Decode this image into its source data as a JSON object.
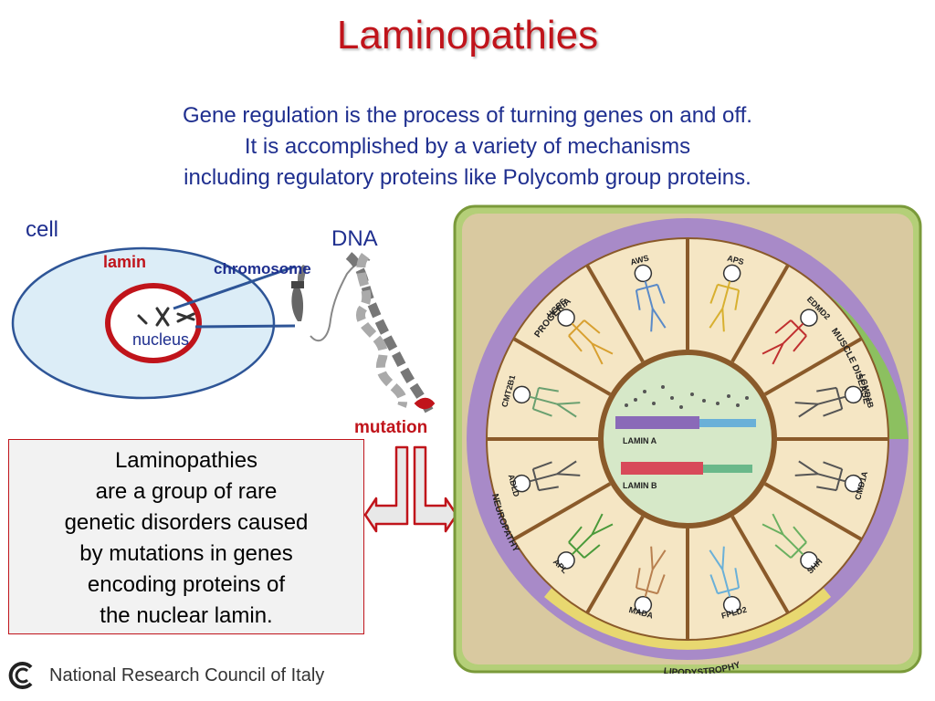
{
  "title": "Laminopathies",
  "intro": {
    "line1": "Gene regulation is the process of turning  genes on and off.",
    "line2": "It is accomplished by a variety of mechanisms",
    "line3": "including regulatory proteins like Polycomb group proteins."
  },
  "cell_diagram": {
    "cell": "cell",
    "lamin": "lamin",
    "chromosome": "chromosome",
    "nucleus": "nucleus",
    "dna": "DNA",
    "mutation": "mutation"
  },
  "definition": {
    "line1": "Laminopathies",
    "line2": "are a group of rare",
    "line3": "genetic disorders caused",
    "line4": "by mutations in genes",
    "line5": "encoding proteins of",
    "line6": "the nuclear lamin."
  },
  "wheel": {
    "groups": [
      "PROGERIA",
      "MUSCLE DISEASE",
      "LIPODYSTROPHY",
      "NEUROPATHY"
    ],
    "diseases": [
      "APS",
      "EDMD2",
      "LGMD1B",
      "CMD1A",
      "SHH",
      "FPLD2",
      "MADA",
      "APL",
      "ADLD",
      "CMT2B1",
      "HGPS",
      "AWS"
    ],
    "lamin_a": "LAMIN A",
    "lamin_b": "LAMIN B"
  },
  "footer": {
    "org": "National Research Council of Italy"
  },
  "colors": {
    "title": "#c0141b",
    "text": "#1f2f8f",
    "cell_fill": "#dcedf7",
    "lamin_ring": "#c0141b",
    "wheel_bg": "#d9c9a0",
    "wheel_frame": "#a8c86a"
  },
  "icons": [
    "cnr-logo-icon",
    "double-arrow-icon"
  ]
}
